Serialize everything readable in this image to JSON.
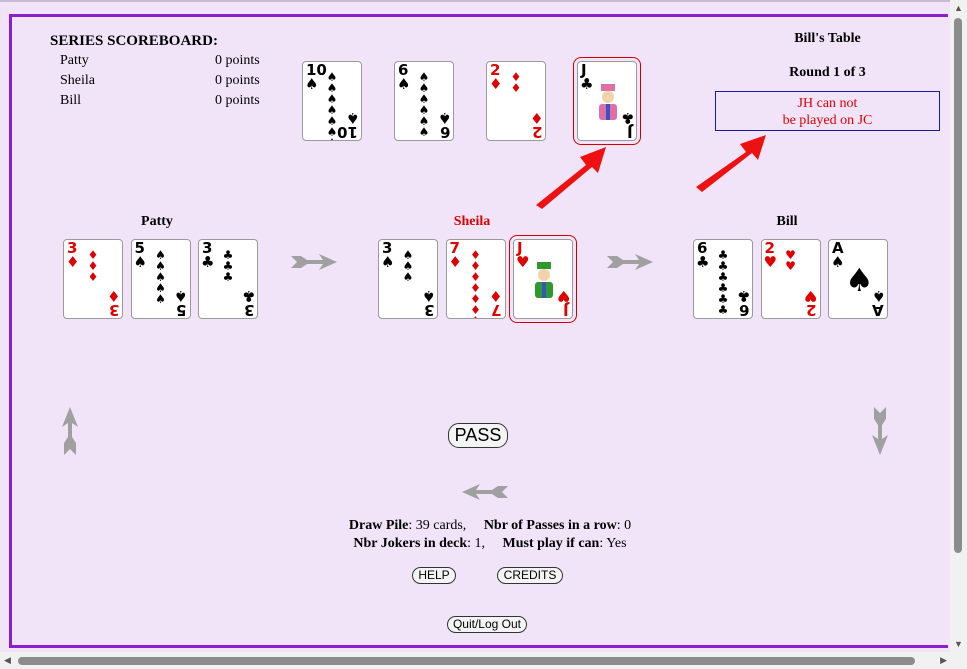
{
  "scoreboard": {
    "title": "SERIES SCOREBOARD:",
    "rows": [
      {
        "name": "Patty",
        "points": "0 points"
      },
      {
        "name": "Sheila",
        "points": "0 points"
      },
      {
        "name": "Bill",
        "points": "0 points"
      }
    ]
  },
  "table": {
    "title": "Bill's Table",
    "round": "Round 1 of 3",
    "message_line1": "JH can not",
    "message_line2": "be played on JC"
  },
  "pile_cards": [
    {
      "rank": "10",
      "suit": "♠",
      "color": "black"
    },
    {
      "rank": "6",
      "suit": "♠",
      "color": "black"
    },
    {
      "rank": "2",
      "suit": "♦",
      "color": "red"
    },
    {
      "rank": "J",
      "suit": "♣",
      "color": "black",
      "face": true,
      "selected": true
    }
  ],
  "players": [
    {
      "name": "Patty",
      "name_color": "#000000",
      "cards": [
        {
          "rank": "3",
          "suit": "♦",
          "color": "red"
        },
        {
          "rank": "5",
          "suit": "♠",
          "color": "black"
        },
        {
          "rank": "3",
          "suit": "♣",
          "color": "black"
        }
      ]
    },
    {
      "name": "Sheila",
      "name_color": "#e00000",
      "cards": [
        {
          "rank": "3",
          "suit": "♠",
          "color": "black"
        },
        {
          "rank": "7",
          "suit": "♦",
          "color": "red"
        },
        {
          "rank": "J",
          "suit": "♥",
          "color": "red",
          "face": true,
          "selected": true
        }
      ]
    },
    {
      "name": "Bill",
      "name_color": "#000000",
      "cards": [
        {
          "rank": "6",
          "suit": "♣",
          "color": "black"
        },
        {
          "rank": "2",
          "suit": "♥",
          "color": "red"
        },
        {
          "rank": "A",
          "suit": "♠",
          "color": "black",
          "ace": true
        }
      ]
    }
  ],
  "buttons": {
    "pass": "PASS",
    "help": "HELP",
    "credits": "CREDITS",
    "quit": "Quit/Log Out"
  },
  "status": {
    "draw_pile_label": "Draw Pile",
    "draw_pile_value": ": 39 cards,",
    "passes_label": "Nbr of Passes in a row",
    "passes_value": ": 0",
    "jokers_label": "Nbr Jokers in deck",
    "jokers_value": ": 1,",
    "must_play_label": "Must play if can",
    "must_play_value": ": Yes"
  },
  "colors": {
    "background": "#f1e4f9",
    "frame": "#8a1fd0",
    "alert": "#e00000",
    "arrow_gray": "#a0a0a0",
    "pointer_red": "#ee1111"
  },
  "icons": [
    "right-arrow-icon",
    "left-arrow-icon",
    "up-arrow-icon",
    "down-arrow-icon",
    "red-pointer-icon"
  ]
}
